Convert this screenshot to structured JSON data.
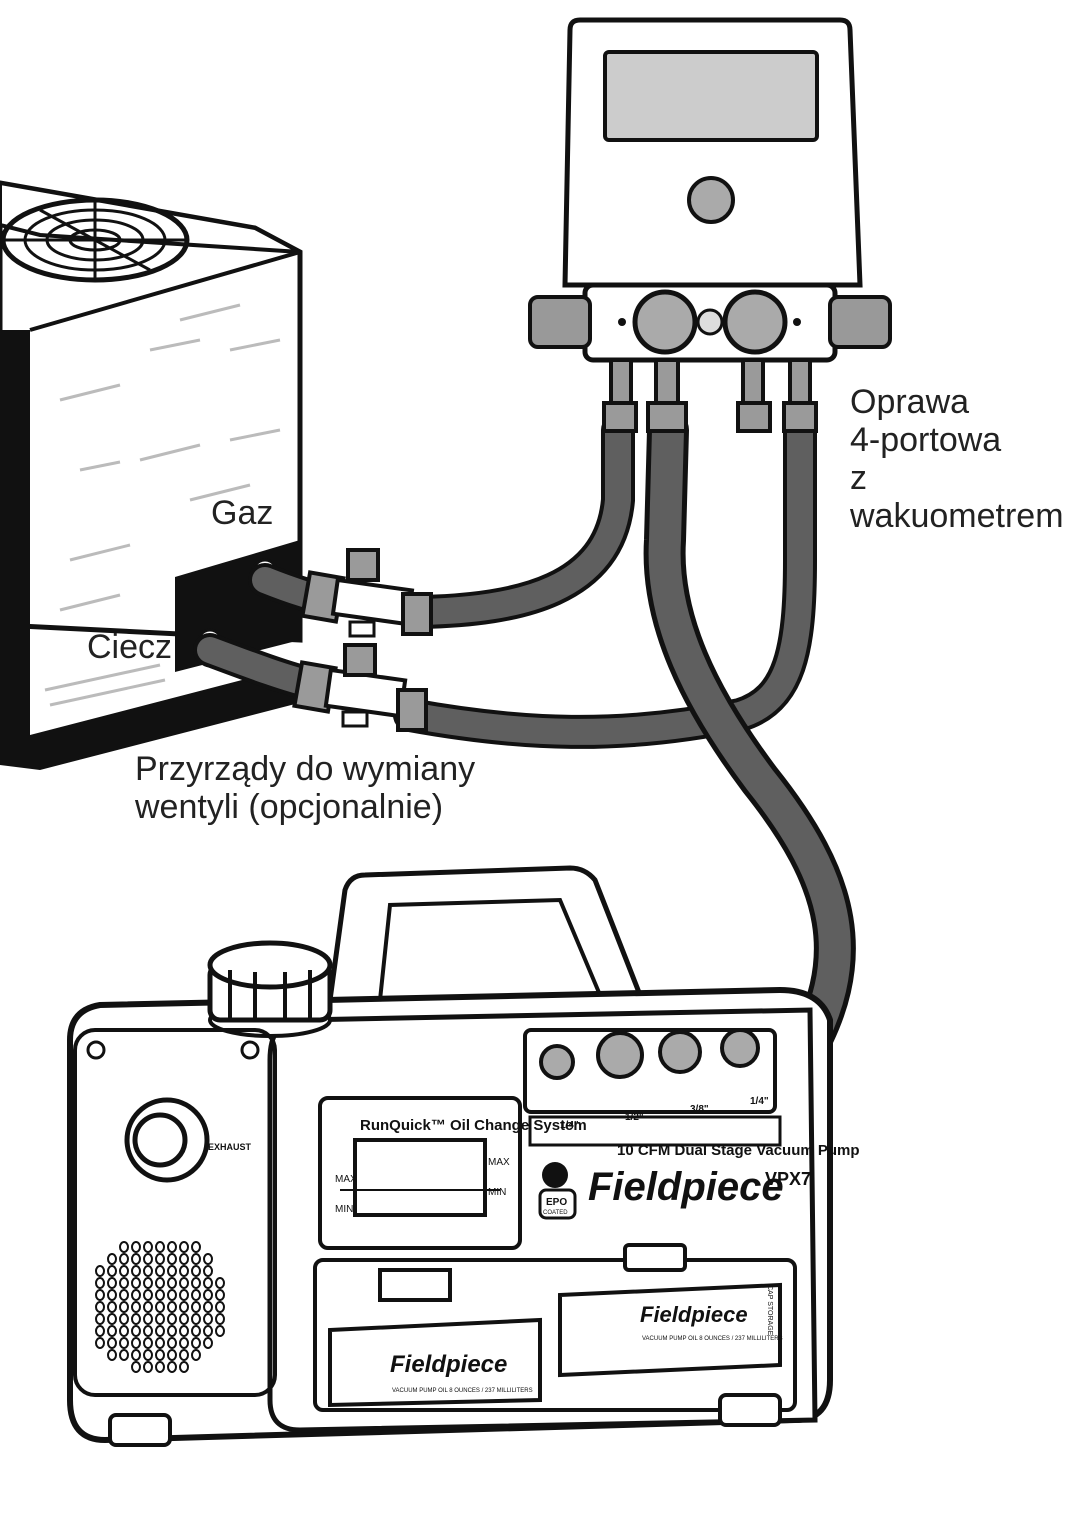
{
  "labels": {
    "gas": "Gaz",
    "liquid": "Ciecz",
    "manifold": [
      "Oprawa",
      "4-portowa",
      "z",
      "wakuometrem"
    ],
    "core_tools": [
      "Przyrządy do wymiany",
      "wentyli (opcjonalnie)"
    ]
  },
  "pump": {
    "brand": "Fieldpiece",
    "model": "VPX7",
    "subtitle": "10 CFM Dual Stage Vacuum Pump",
    "oil_system": "RunQuick™ Oil Change System",
    "max": "MAX",
    "min": "MIN",
    "epo": "EPO",
    "coated": "COATED",
    "exhaust": "EXHAUST",
    "port_labels": [
      "1/4\"",
      "1/2\"",
      "3/8\"",
      "1/4\""
    ]
  },
  "oil_bottles": {
    "brand": "Fieldpiece",
    "contents": "VACUUM PUMP OIL   8 OUNCES / 237 MILLILITERS",
    "cap_storage": "CAP STORAGE"
  },
  "colors": {
    "hose": "#5f5f5f",
    "outline": "#111111",
    "fitting": "#9a9a9a",
    "dark_panel": "#111111",
    "background": "#ffffff"
  }
}
